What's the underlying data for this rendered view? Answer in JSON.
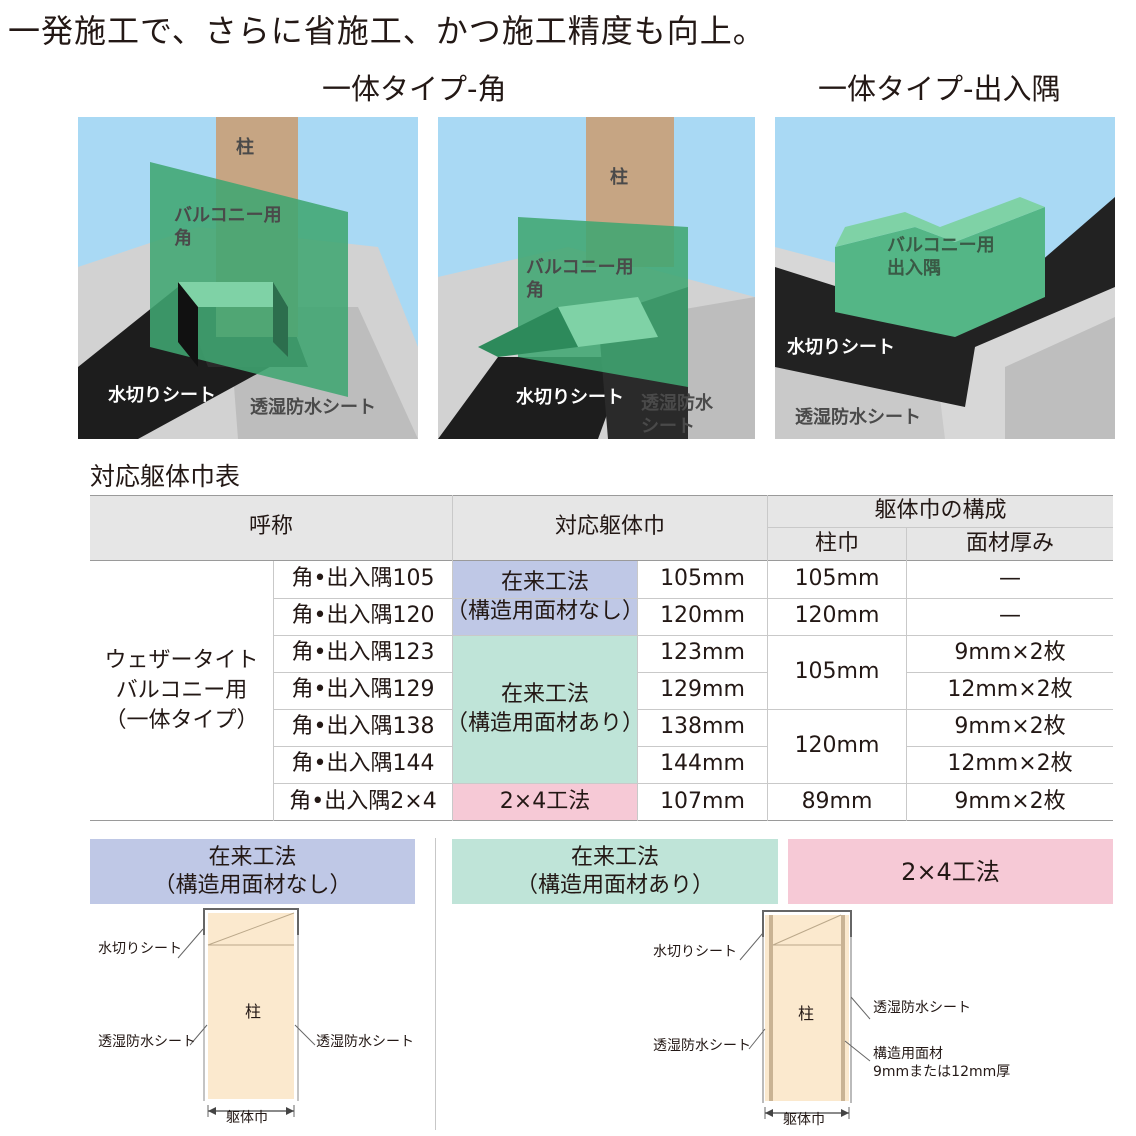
{
  "headline": "一発施工で、さらに省施工、かつ施工精度も向上。",
  "subheads": {
    "corner": "一体タイプ-角",
    "inout": "一体タイプ-出入隅"
  },
  "illustrations": [
    {
      "pillar": "柱",
      "part": "バルコニー用\n角",
      "sheet1": "水切りシート",
      "sheet2": "透湿防水シート"
    },
    {
      "pillar": "柱",
      "part": "バルコニー用\n角",
      "sheet1": "水切りシート",
      "sheet2": "透湿防水\nシート"
    },
    {
      "part": "バルコニー用\n出入隅",
      "sheet1": "水切りシート",
      "sheet2": "透湿防水シート"
    }
  ],
  "table": {
    "title": "対応躯体巾表",
    "headers": {
      "name": "呼称",
      "width": "対応躯体巾",
      "composition": "躯体巾の構成",
      "pillar_width": "柱巾",
      "board_thickness": "面材厚み"
    },
    "product": "ウェザータイト\nバルコニー用\n（一体タイプ）",
    "rows": [
      {
        "name": "角•出入隅105",
        "width": "105mm",
        "pillar": "105mm",
        "board": "—"
      },
      {
        "name": "角•出入隅120",
        "width": "120mm",
        "pillar": "120mm",
        "board": "—"
      },
      {
        "name": "角•出入隅123",
        "width": "123mm",
        "pillar": "105mm",
        "board": "9mm×2枚"
      },
      {
        "name": "角•出入隅129",
        "width": "129mm",
        "pillar": "",
        "board": "12mm×2枚"
      },
      {
        "name": "角•出入隅138",
        "width": "138mm",
        "pillar": "120mm",
        "board": "9mm×2枚"
      },
      {
        "name": "角•出入隅144",
        "width": "144mm",
        "pillar": "",
        "board": "12mm×2枚"
      },
      {
        "name": "角•出入隅2×4",
        "width": "107mm",
        "pillar": "89mm",
        "board": "9mm×2枚"
      }
    ],
    "methods": {
      "conventional_none": "在来工法\n（構造用面材なし）",
      "conventional_with": "在来工法\n（構造用面材あり）",
      "two_by_four": "2×4工法"
    }
  },
  "bands": {
    "conventional_none": "在来工法\n（構造用面材なし）",
    "conventional_with": "在来工法\n（構造用面材あり）",
    "two_by_four": "2×4工法"
  },
  "diagram_left": {
    "flashing": "水切りシート",
    "pillar": "柱",
    "membrane_left": "透湿防水シート",
    "membrane_right": "透湿防水シート",
    "frame_width": "躯体巾"
  },
  "diagram_right": {
    "flashing": "水切りシート",
    "pillar": "柱",
    "membrane_left": "透湿防水シート",
    "membrane_right": "透湿防水シート",
    "board": "構造用面材\n9mmまたは12mm厚",
    "frame_width": "躯体巾"
  },
  "colors": {
    "sky": "#a9d9f4",
    "green": "#5fbd8e",
    "pillar": "#c7a582",
    "band_none": "#bfc8e6",
    "band_with": "#bfe4d8",
    "band_2x4": "#f6c9d6",
    "wood": "#fbe9ce"
  }
}
